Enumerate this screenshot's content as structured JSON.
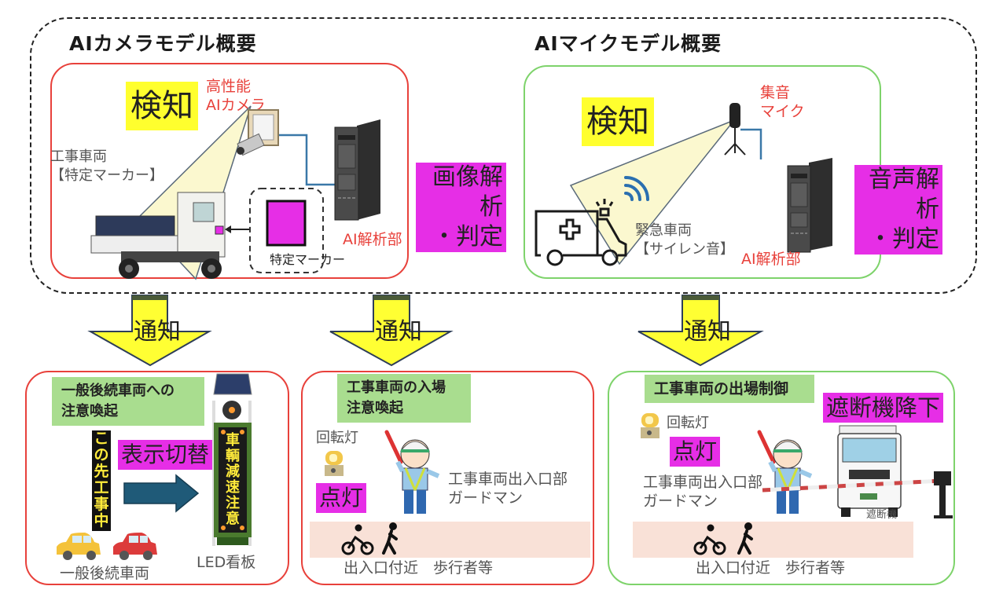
{
  "camera_model": {
    "title": "AIカメラモデル概要",
    "detect_label": "検知",
    "camera_label_line1": "高性能",
    "camera_label_line2": "AIカメラ",
    "vehicle_label_line1": "工事車両",
    "vehicle_label_line2": "【特定マーカー】",
    "marker_label": "特定マーカー",
    "analysis_label_line1": "画像解析",
    "analysis_label_line2": "・判定",
    "server_label": "AI解析部",
    "marker_color": "#e62ee6"
  },
  "mic_model": {
    "title": "AIマイクモデル概要",
    "detect_label": "検知",
    "mic_label_line1": "集音",
    "mic_label_line2": "マイク",
    "vehicle_label_line1": "緊急車両",
    "vehicle_label_line2": "【サイレン音】",
    "analysis_label_line1": "音声解析",
    "analysis_label_line2": "・判定",
    "server_label": "AI解析部"
  },
  "notify_arrows": [
    {
      "label": "通知"
    },
    {
      "label": "通知"
    },
    {
      "label": "通知"
    }
  ],
  "outputs": {
    "following_vehicles": {
      "heading_line1": "一般後続車両への",
      "heading_line2": "注意喚起",
      "before_sign": [
        "こ",
        "の",
        "先",
        "工",
        "事",
        "中"
      ],
      "switch_label": "表示切替",
      "led_sign": [
        "車",
        "輌",
        "減",
        "速",
        "注",
        "意"
      ],
      "led_label": "LED看板",
      "cars_label": "一般後続車両"
    },
    "entry_alert": {
      "heading_line1": "工事車両の入場",
      "heading_line2": "注意喚起",
      "beacon_label": "回転灯",
      "beacon_state": "点灯",
      "guard_label_line1": "工事車両出入口部",
      "guard_label_line2": "ガードマン",
      "area_label": "出入口付近　歩行者等"
    },
    "exit_control": {
      "heading": "工事車両の出場制御",
      "barrier_action": "遮断機降下",
      "beacon_label": "回転灯",
      "beacon_state": "点灯",
      "guard_label_line1": "工事車両出入口部",
      "guard_label_line2": "ガードマン",
      "barrier_label": "遮断機",
      "area_label": "出入口付近　歩行者等"
    }
  },
  "colors": {
    "detect_highlight": "#ffff2e",
    "analysis_highlight": "#e62ee6",
    "camera_panel_border": "#e8413b",
    "mic_panel_border": "#7ed36b",
    "arrow_fill": "#ffff33",
    "heading_box": "#a9dd8f",
    "sidewalk_band": "#f9e1d7"
  }
}
